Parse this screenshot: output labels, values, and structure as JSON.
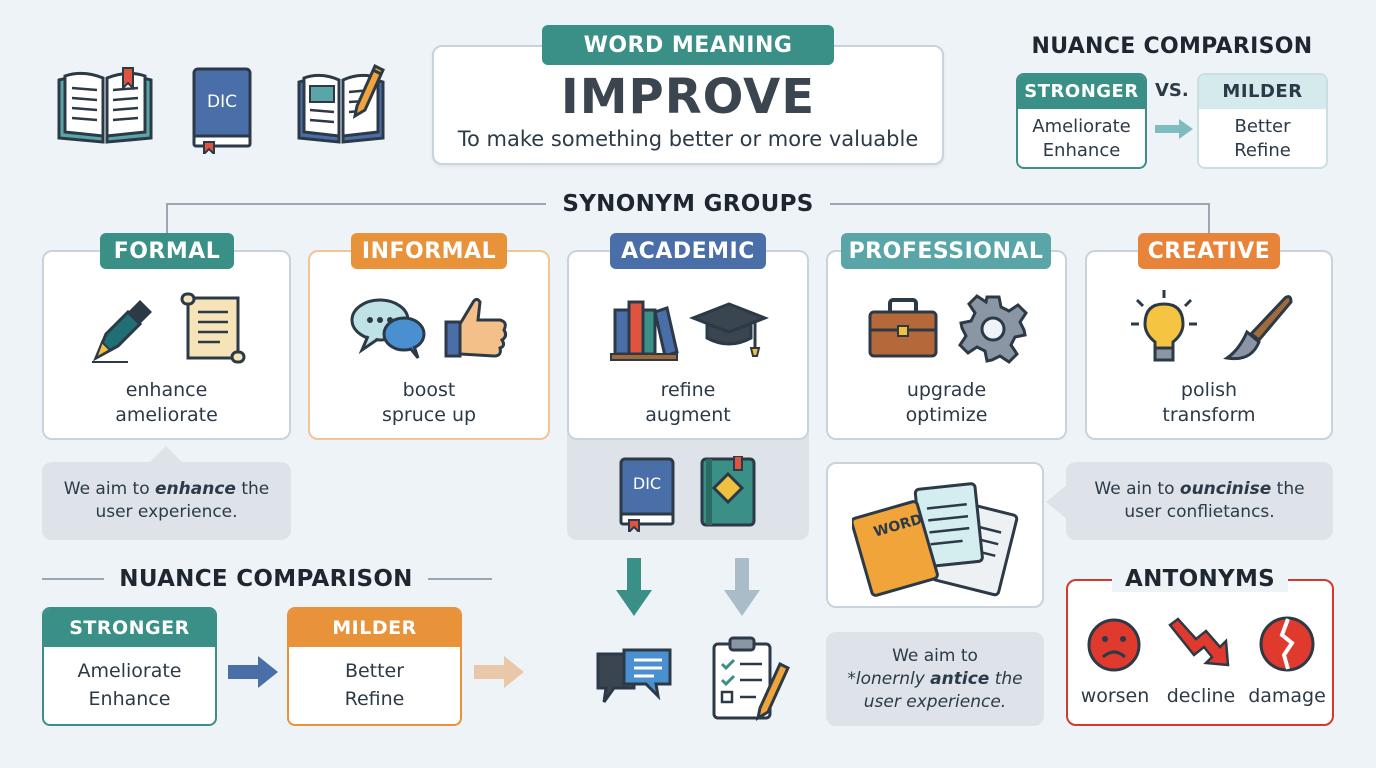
{
  "header": {
    "badge": "WORD MEANING",
    "word": "IMPROVE",
    "definition": "To make something better or more valuable"
  },
  "nuance_top": {
    "title": "NUANCE COMPARISON",
    "stronger_label": "STRONGER",
    "stronger_words": [
      "Ameliorate",
      "Enhance"
    ],
    "vs": "VS.",
    "milder_label": "MILDER",
    "milder_words": [
      "Better",
      "Refine"
    ]
  },
  "synonym_groups": {
    "title": "SYNONYM GROUPS",
    "groups": [
      {
        "label": "FORMAL",
        "words": [
          "enhance",
          "ameliorate"
        ],
        "color": "#3a8f86"
      },
      {
        "label": "INFORMAL",
        "words": [
          "boost",
          "spruce up"
        ],
        "color": "#e8923a"
      },
      {
        "label": "ACADEMIC",
        "words": [
          "refine",
          "augment"
        ],
        "color": "#4a6ea8"
      },
      {
        "label": "PROFESSIONAL",
        "words": [
          "upgrade",
          "optimize"
        ],
        "color": "#5aa5a8"
      },
      {
        "label": "CREATIVE",
        "words": [
          "polish",
          "transform"
        ],
        "color": "#e8833a"
      }
    ]
  },
  "examples": {
    "formal": {
      "before": "We aim to ",
      "em": "enhance",
      "after": " the",
      "line2": "user experience."
    },
    "creative": {
      "before": "We ain to ",
      "em": "ouncinise",
      "after": " the",
      "line2": "user conflietancs."
    },
    "professional": {
      "line1": "We aim to",
      "before": "*lonernly ",
      "em": "antice",
      "after": " the",
      "line3": "user experience."
    }
  },
  "word_card_label": "WORD",
  "dic_label": "DIC",
  "nuance_bottom": {
    "title": "NUANCE COMPARISON",
    "stronger_label": "STRONGER",
    "stronger_words": [
      "Ameliorate",
      "Enhance"
    ],
    "milder_label": "MILDER",
    "milder_words": [
      "Better",
      "Refine"
    ]
  },
  "antonyms": {
    "title": "ANTONYMS",
    "words": [
      "worsen",
      "decline",
      "damage"
    ]
  },
  "colors": {
    "teal": "#3a8f86",
    "orange": "#e8923a",
    "blue": "#4a6ea8",
    "light_teal": "#5aa5a8",
    "red": "#d23a2e",
    "dark_text": "#2c3a47"
  }
}
